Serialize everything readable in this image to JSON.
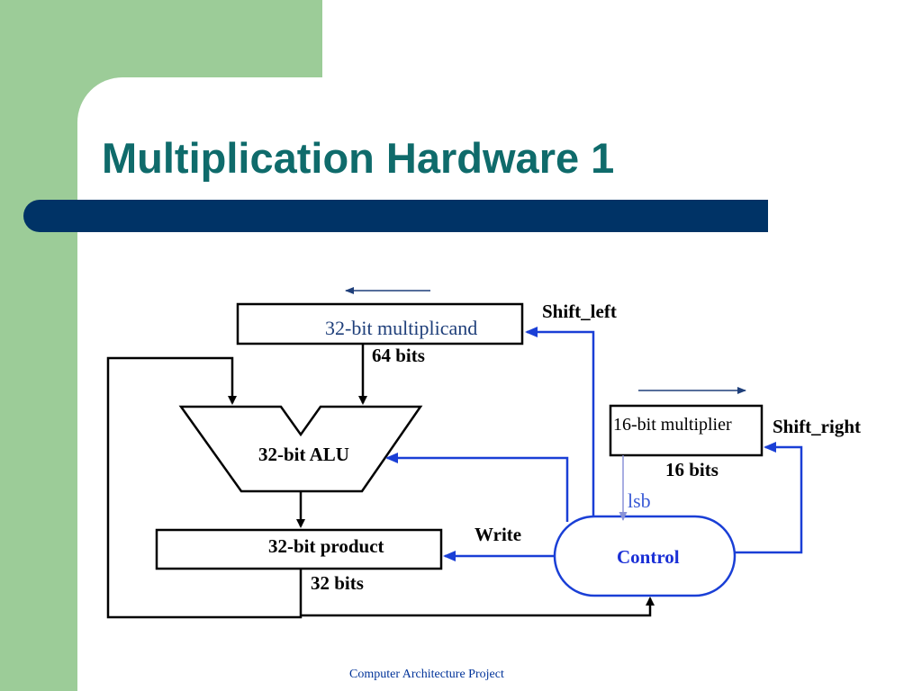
{
  "slide": {
    "title": "Multiplication Hardware 1",
    "footer": "Computer Architecture Project"
  },
  "diagram": {
    "multiplicand": {
      "label": "32-bit multiplicand",
      "width_note": "64 bits",
      "control_signal": "Shift_left"
    },
    "multiplier": {
      "label": "16-bit multiplier",
      "width_note": "16 bits",
      "control_signal": "Shift_right",
      "output": "lsb"
    },
    "alu": {
      "label": "32-bit ALU"
    },
    "product": {
      "label": "32-bit product",
      "width_note": "32 bits",
      "control_signal": "Write"
    },
    "control": {
      "label": "Control"
    }
  },
  "colors": {
    "title": "#0f6b6b",
    "header_bar": "#003366",
    "background_green": "#9ccc98",
    "control_lines": "#1a3fd6",
    "control_text": "#1a2fd6",
    "footer": "#003399"
  }
}
